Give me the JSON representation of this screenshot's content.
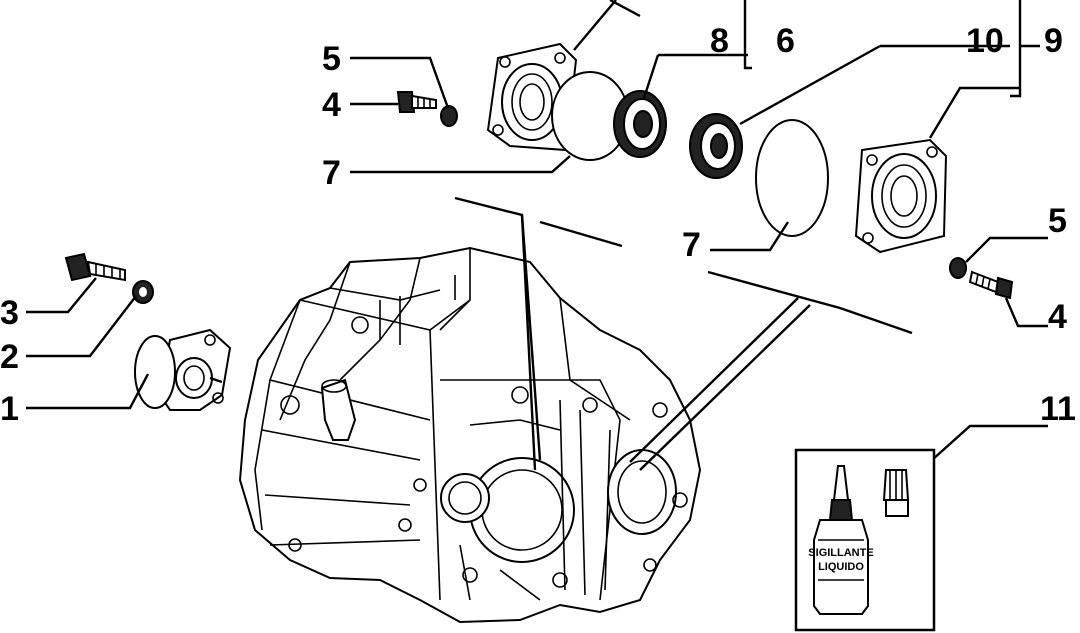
{
  "callouts": [
    {
      "id": "c1",
      "text": "1"
    },
    {
      "id": "c2",
      "text": "2"
    },
    {
      "id": "c3",
      "text": "3"
    },
    {
      "id": "c4a",
      "text": "4"
    },
    {
      "id": "c5a",
      "text": "5"
    },
    {
      "id": "c6",
      "text": "6"
    },
    {
      "id": "c7a",
      "text": "7"
    },
    {
      "id": "c8",
      "text": "8"
    },
    {
      "id": "c10",
      "text": "10"
    },
    {
      "id": "c9",
      "text": "9"
    },
    {
      "id": "c7b",
      "text": "7"
    },
    {
      "id": "c5b",
      "text": "5"
    },
    {
      "id": "c4b",
      "text": "4"
    },
    {
      "id": "c11",
      "text": "11"
    }
  ],
  "product_label": {
    "line1": "SIGILLANTE",
    "line2": "LIQUIDO"
  },
  "parts": [
    {
      "number": "1",
      "name": "clutch-release-bearing-guide"
    },
    {
      "number": "2",
      "name": "washer"
    },
    {
      "number": "3",
      "name": "bolt"
    },
    {
      "number": "4",
      "name": "bolt"
    },
    {
      "number": "5",
      "name": "washer"
    },
    {
      "number": "6",
      "name": "bearing-cover-assembly"
    },
    {
      "number": "7",
      "name": "o-ring"
    },
    {
      "number": "8",
      "name": "oil-seal"
    },
    {
      "number": "9",
      "name": "bearing-cover-assembly"
    },
    {
      "number": "10",
      "name": "oil-seal"
    },
    {
      "number": "11",
      "name": "sealant-bottle"
    }
  ]
}
